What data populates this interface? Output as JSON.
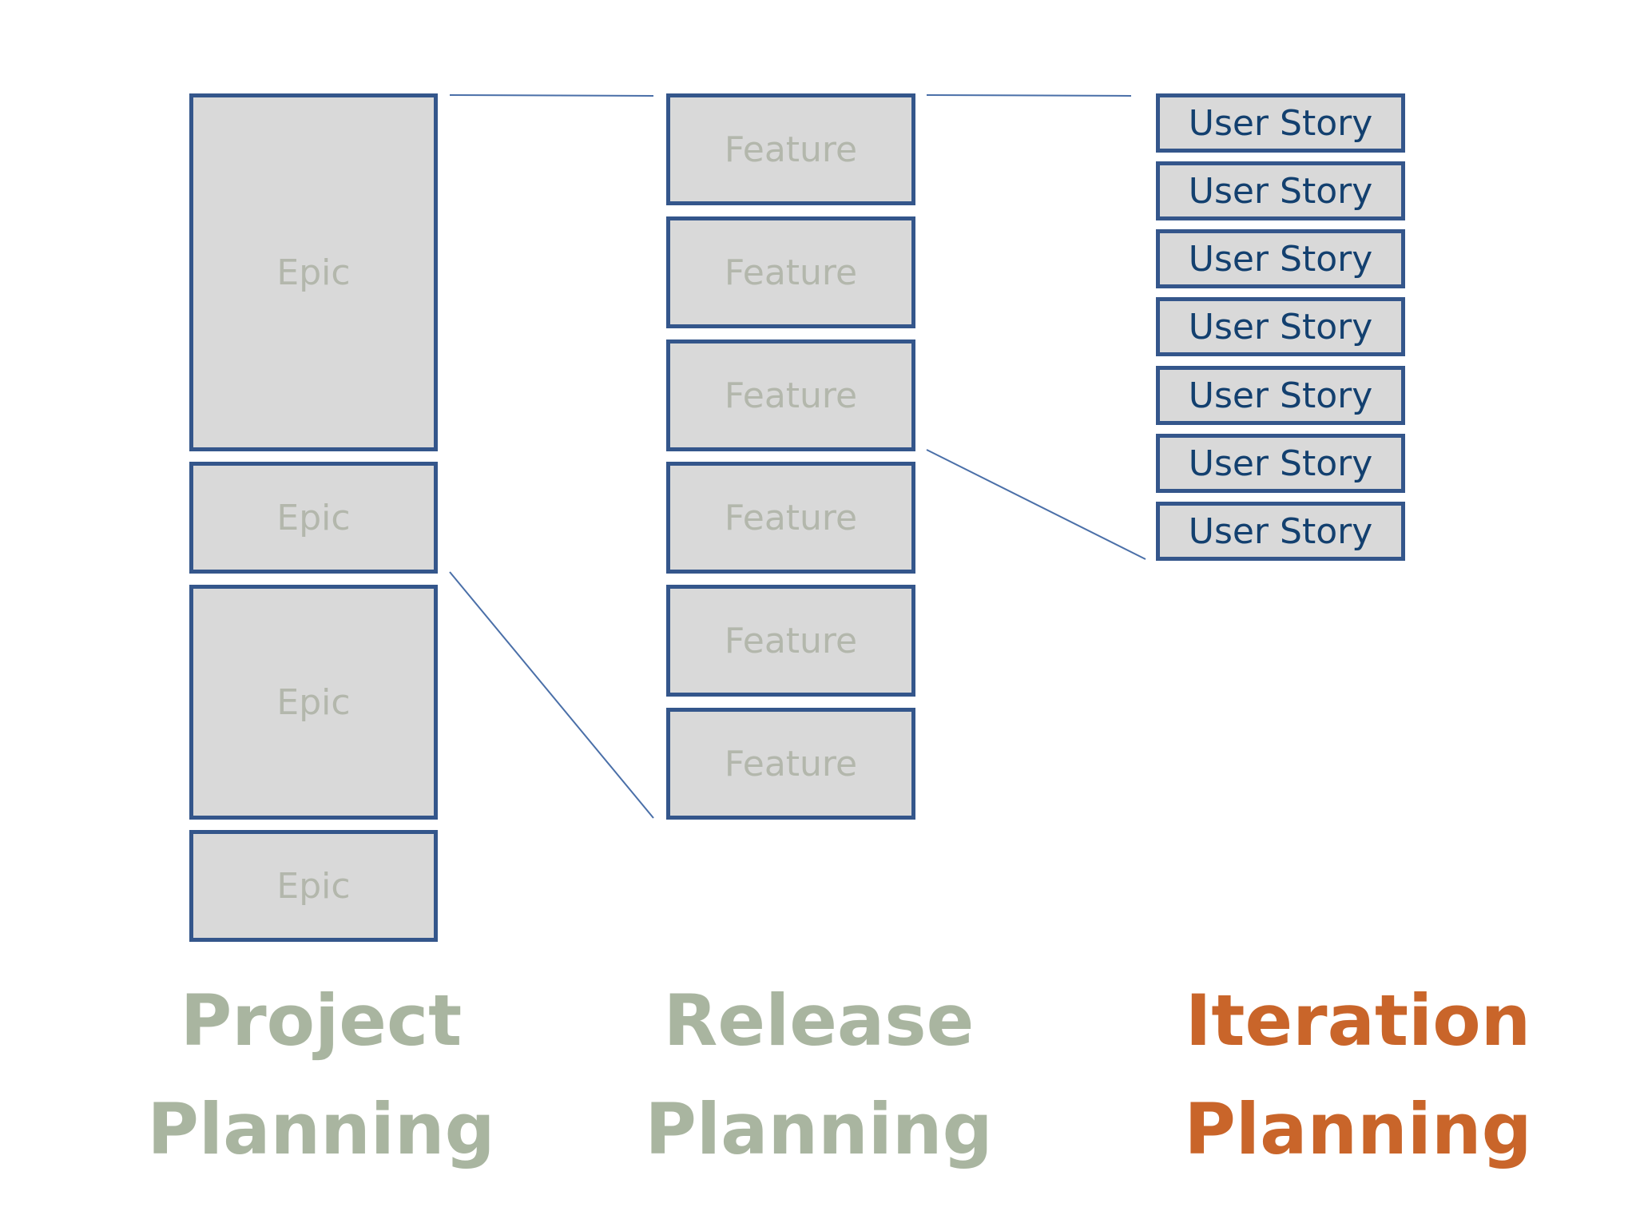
{
  "colors": {
    "box_border": "#34568b",
    "box_fill": "#d9d9d9",
    "muted_text": "#b3b7ac",
    "story_text": "#13406f",
    "muted_heading": "#a9b5a0",
    "active_heading": "#c9652a",
    "connector": "#4a6fa8"
  },
  "project": {
    "heading_line1": "Project",
    "heading_line2": "Planning",
    "epics": [
      "Epic",
      "Epic",
      "Epic",
      "Epic"
    ]
  },
  "release": {
    "heading_line1": "Release",
    "heading_line2": "Planning",
    "features": [
      "Feature",
      "Feature",
      "Feature",
      "Feature",
      "Feature",
      "Feature"
    ]
  },
  "iteration": {
    "heading_line1": "Iteration",
    "heading_line2": "Planning",
    "stories": [
      "User Story",
      "User Story",
      "User Story",
      "User Story",
      "User Story",
      "User Story",
      "User Story"
    ]
  }
}
